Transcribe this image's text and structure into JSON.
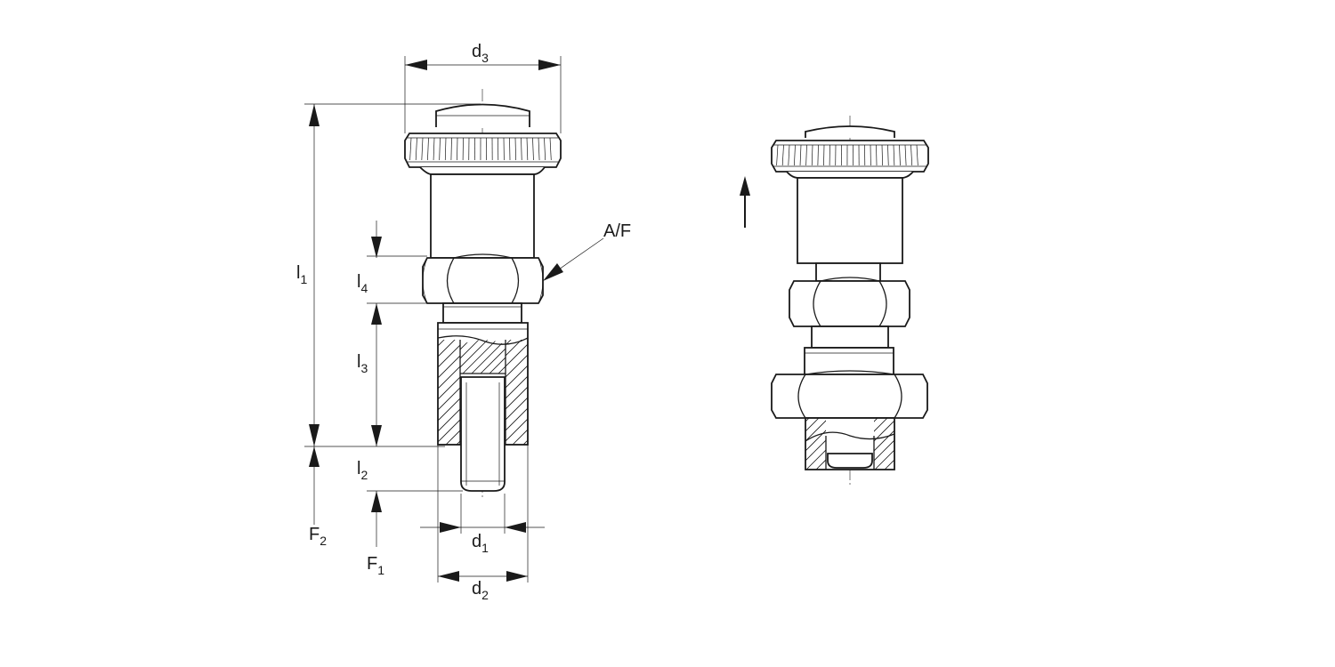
{
  "labels": {
    "d1": {
      "main": "d",
      "sub": "1"
    },
    "d2": {
      "main": "d",
      "sub": "2"
    },
    "d3": {
      "main": "d",
      "sub": "3"
    },
    "l1": {
      "main": "l",
      "sub": "1"
    },
    "l2": {
      "main": "l",
      "sub": "2"
    },
    "l3": {
      "main": "l",
      "sub": "3"
    },
    "l4": {
      "main": "l",
      "sub": "4"
    },
    "f1": {
      "main": "F",
      "sub": "1"
    },
    "f2": {
      "main": "F",
      "sub": "2"
    },
    "af": {
      "main": "A/F"
    }
  }
}
